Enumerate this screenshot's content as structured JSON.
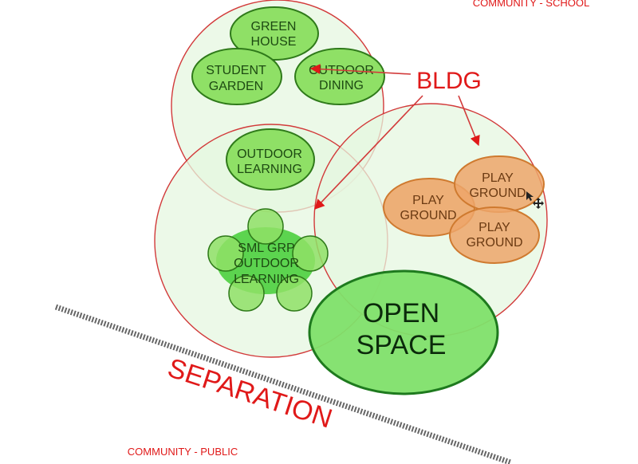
{
  "colors": {
    "red_outline": "#d23a3a",
    "zone_fill": "#e6f7e0",
    "green_fill": "#8fe066",
    "green_stroke": "#2f7a1a",
    "orange_fill": "#eda66a",
    "orange_stroke": "#cf7a2f",
    "open_fill": "#7fe06a",
    "open_stroke": "#1e7a1e",
    "label_red": "#e01919"
  },
  "labels": {
    "top_right": "COMMUNITY - SCHOOL",
    "bottom_left": "COMMUNITY - PUBLIC",
    "bldg": "BLDG",
    "separation": "SEPARATION"
  },
  "nodes": {
    "green_house": [
      "GREEN",
      "HOUSE"
    ],
    "student_garden": [
      "STUDENT",
      "GARDEN"
    ],
    "outdoor_dining": [
      "OUTDOOR",
      "DINING"
    ],
    "outdoor_learning": [
      "OUTDOOR",
      "LEARNING"
    ],
    "sml_grp": [
      "SML GRP",
      "OUTDOOR",
      "LEARNING"
    ],
    "play_1": [
      "PLAY",
      "GROUND"
    ],
    "play_2": [
      "PLAY",
      "GROUND"
    ],
    "play_3": [
      "PLAY",
      "GROUND"
    ],
    "open_space": [
      "OPEN",
      "SPACE"
    ]
  }
}
